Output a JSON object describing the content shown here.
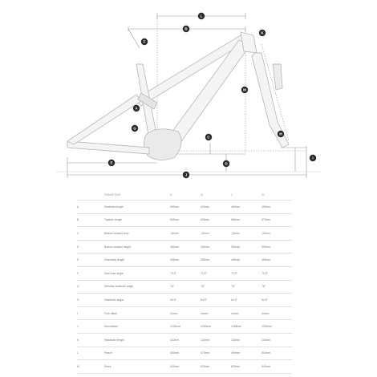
{
  "diagram": {
    "callouts": [
      "L",
      "B",
      "F",
      "K",
      "M",
      "A",
      "G",
      "H",
      "C",
      "D",
      "E",
      "J",
      "I"
    ]
  },
  "table": {
    "header": {
      "key": "",
      "label": "FRAME SIZE",
      "sizes": [
        "S",
        "M",
        "L",
        "XL"
      ]
    },
    "rows": [
      {
        "key": "A",
        "label": "Seattube length",
        "values": [
          "390mm",
          "420mm",
          "460mm",
          "490mm"
        ]
      },
      {
        "key": "B",
        "label": "Toptube length",
        "values": [
          "605mm",
          "628mm",
          "650mm",
          "673mm"
        ]
      },
      {
        "key": "C",
        "label": "Bottom bracket drop",
        "values": [
          "-26mm",
          "-26mm",
          "-26mm",
          "-26mm"
        ]
      },
      {
        "key": "D",
        "label": "Bottom bracket height",
        "values": [
          "350mm",
          "350mm",
          "350mm",
          "350mm"
        ]
      },
      {
        "key": "E",
        "label": "Chainstay length",
        "values": [
          "455mm",
          "455mm",
          "455mm",
          "455mm"
        ]
      },
      {
        "key": "F",
        "label": "Seat tube angle",
        "values": [
          "73.5°",
          "73.5°",
          "73.5°",
          "73.5°"
        ]
      },
      {
        "key": "G",
        "label": "Effective seattube angle",
        "values": [
          "76°",
          "76°",
          "76°",
          "76°"
        ]
      },
      {
        "key": "H",
        "label": "Headtube angle",
        "values": [
          "64.5°",
          "64.5°",
          "64.5°",
          "64.5°"
        ]
      },
      {
        "key": "I",
        "label": "Fork offset",
        "values": [
          "44mm",
          "44mm",
          "44mm",
          "44mm"
        ]
      },
      {
        "key": "J",
        "label": "Wheelbase",
        "values": [
          "1226mm",
          "1250mm",
          "1268mm",
          "1290mm"
        ]
      },
      {
        "key": "K",
        "label": "Headtube length",
        "values": [
          "110mm",
          "120mm",
          "130mm",
          "140mm"
        ]
      },
      {
        "key": "L",
        "label": "Reach",
        "values": [
          "450mm",
          "470mm",
          "490mm",
          "510mm"
        ]
      },
      {
        "key": "M",
        "label": "Stack",
        "values": [
          "620mm",
          "625mm",
          "630mm",
          "640mm"
        ]
      }
    ]
  }
}
